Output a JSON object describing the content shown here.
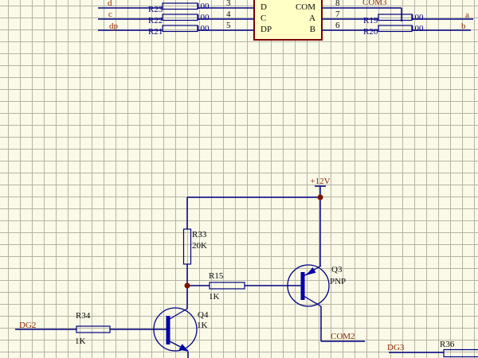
{
  "colors": {
    "background": "#FBFAE8",
    "grid": "#B5B4A4",
    "wire": "#000082",
    "component_text": "#0A0A0A",
    "net_label": "#8F2800",
    "ic_fill": "#FFFFC6",
    "ic_border": "#7A0000",
    "junction": "#7A1400"
  },
  "decoder_ic": {
    "pins_left": [
      {
        "number": "3",
        "name": "D"
      },
      {
        "number": "4",
        "name": "C"
      },
      {
        "number": "5",
        "name": "DP"
      }
    ],
    "pins_right": [
      {
        "number": "8",
        "name": "COM"
      },
      {
        "number": "7",
        "name": "A"
      },
      {
        "number": "6",
        "name": "B"
      }
    ]
  },
  "segment_rows": [
    {
      "net": "d",
      "ref": "R23",
      "value": "100"
    },
    {
      "net": "c",
      "ref": "R22",
      "value": "100"
    },
    {
      "net": "dp",
      "ref": "R21",
      "value": "100"
    }
  ],
  "output_rows": {
    "com_net": "COM3",
    "row_a": {
      "ref": "R19",
      "value": "100",
      "net": "a"
    },
    "row_b": {
      "ref": "R20",
      "value": "100",
      "net": "b"
    }
  },
  "driver": {
    "power_net": "+12V",
    "r33": {
      "ref": "R33",
      "value": "20K"
    },
    "r15": {
      "ref": "R15",
      "value": "1K"
    },
    "q3": {
      "ref": "Q3",
      "type": "PNP"
    },
    "q4": {
      "ref": "Q4",
      "type": "1K"
    },
    "r34": {
      "ref": "R34",
      "value": "1K"
    },
    "r36": {
      "ref": "R36"
    },
    "nets": {
      "dg2": "DG2",
      "com2": "COM2",
      "dg3": "DG3"
    }
  }
}
